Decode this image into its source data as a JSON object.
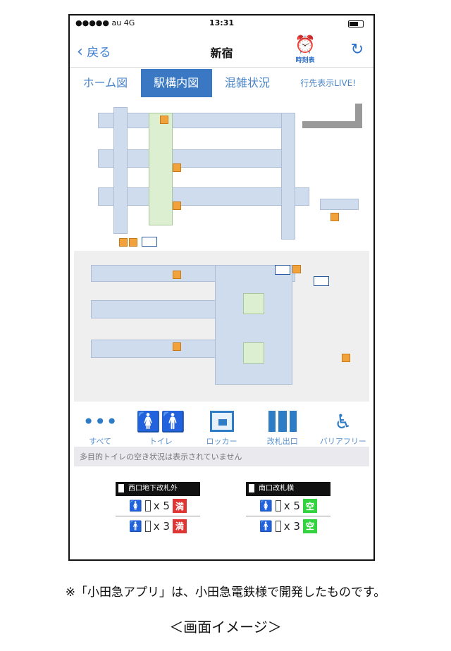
{
  "status_bar": {
    "carrier": "●●●●● au  4G",
    "time": "13:31"
  },
  "nav": {
    "back_label": "戻る",
    "title": "新宿",
    "timetable_label": "時刻表"
  },
  "tabs": [
    {
      "label": "ホーム図"
    },
    {
      "label": "駅構内図",
      "active": true
    },
    {
      "label": "混雑状況"
    },
    {
      "label": "行先表示LIVE!"
    }
  ],
  "facilities": [
    {
      "label": "すべて",
      "icon": "more-dots-icon"
    },
    {
      "label": "トイレ",
      "icon": "toilet-icon"
    },
    {
      "label": "ロッカー",
      "icon": "locker-icon"
    },
    {
      "label": "改札出口",
      "icon": "ticket-gate-icon"
    },
    {
      "label": "バリアフリー",
      "icon": "wheelchair-icon"
    }
  ],
  "notice": "多目的トイレの空き状況は表示されていません",
  "toilets": [
    {
      "name": "西口地下改札外",
      "female_count": "x 5",
      "female_status": "満",
      "male_count": "x 3",
      "male_status": "満",
      "color": "#e03535"
    },
    {
      "name": "南口改札横",
      "female_count": "x 5",
      "female_status": "空",
      "male_count": "x 3",
      "male_status": "空",
      "color": "#33d33f"
    }
  ],
  "caption": "※「小田急アプリ」は、小田急電鉄様で開発したものです。",
  "caption2": "＜画面イメージ＞"
}
